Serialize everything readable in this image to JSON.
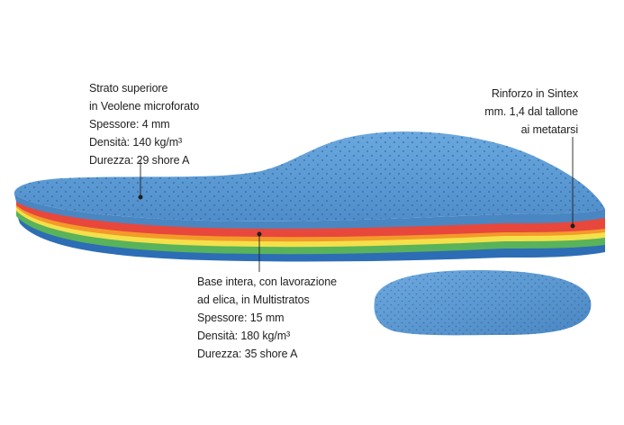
{
  "annotations": {
    "top_layer": {
      "lines": [
        "Strato superiore",
        "in Veolene microforato",
        "Spessore: 4 mm",
        "Densità: 140 kg/m³",
        "Durezza: 29 shore A"
      ]
    },
    "reinforcement": {
      "lines": [
        "Rinforzo in Sintex",
        "mm. 1,4 dal tallone",
        "ai metatarsi"
      ]
    },
    "base": {
      "lines": [
        "Base intera, con lavorazione",
        "ad elica, in Multistratos",
        "Spessore: 15 mm",
        "Densità: 180 kg/m³",
        "Durezza: 35 shore A"
      ]
    }
  },
  "colors": {
    "foam_blue": "#5f9fd8",
    "foam_blue_dark": "#4a86c2",
    "layer_red": "#e8473c",
    "layer_orange": "#f39a2a",
    "layer_yellow": "#f4e04a",
    "layer_green": "#59b35a",
    "layer_blue_base": "#2d6db5",
    "leader_line": "#1f1f1f"
  }
}
